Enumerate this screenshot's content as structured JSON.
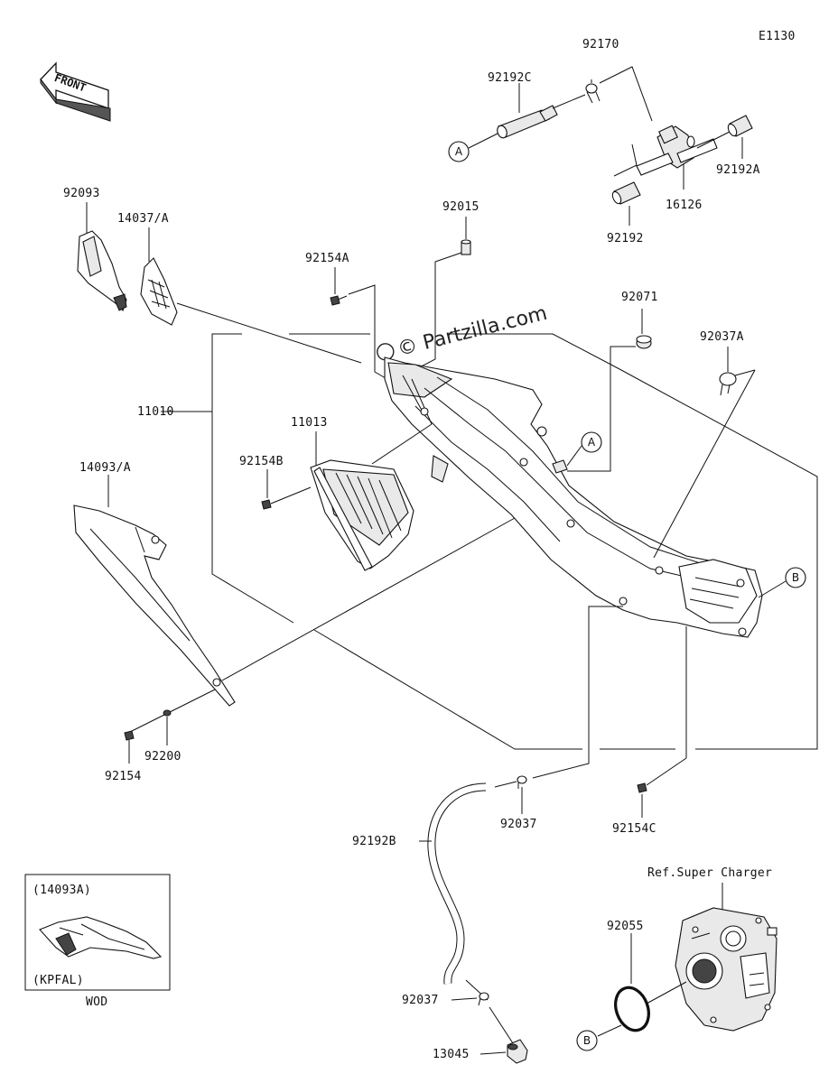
{
  "diagram_code": "E1130",
  "watermark": "© Partzilla.com",
  "front_arrow_text": "FRONT",
  "callout_a": "A",
  "callout_b": "B",
  "ref_note": "Ref.Super Charger",
  "inset": {
    "top_label": "(14093A)",
    "bottom_label": "(KPFAL)",
    "caption": "WOD"
  },
  "parts": {
    "p92170": "92170",
    "p92192C": "92192C",
    "p92192A": "92192A",
    "p16126": "16126",
    "p92192": "92192",
    "p92093": "92093",
    "p14037A": "14037/A",
    "p92015": "92015",
    "p92154A": "92154A",
    "p92071": "92071",
    "p92037A": "92037A",
    "p11010": "11010",
    "p11013": "11013",
    "p92154B": "92154B",
    "p14093A": "14093/A",
    "p92154": "92154",
    "p92200": "92200",
    "p92037_top": "92037",
    "p92154C": "92154C",
    "p92192B": "92192B",
    "p92037_bottom": "92037",
    "p13045": "13045",
    "p92055": "92055"
  }
}
